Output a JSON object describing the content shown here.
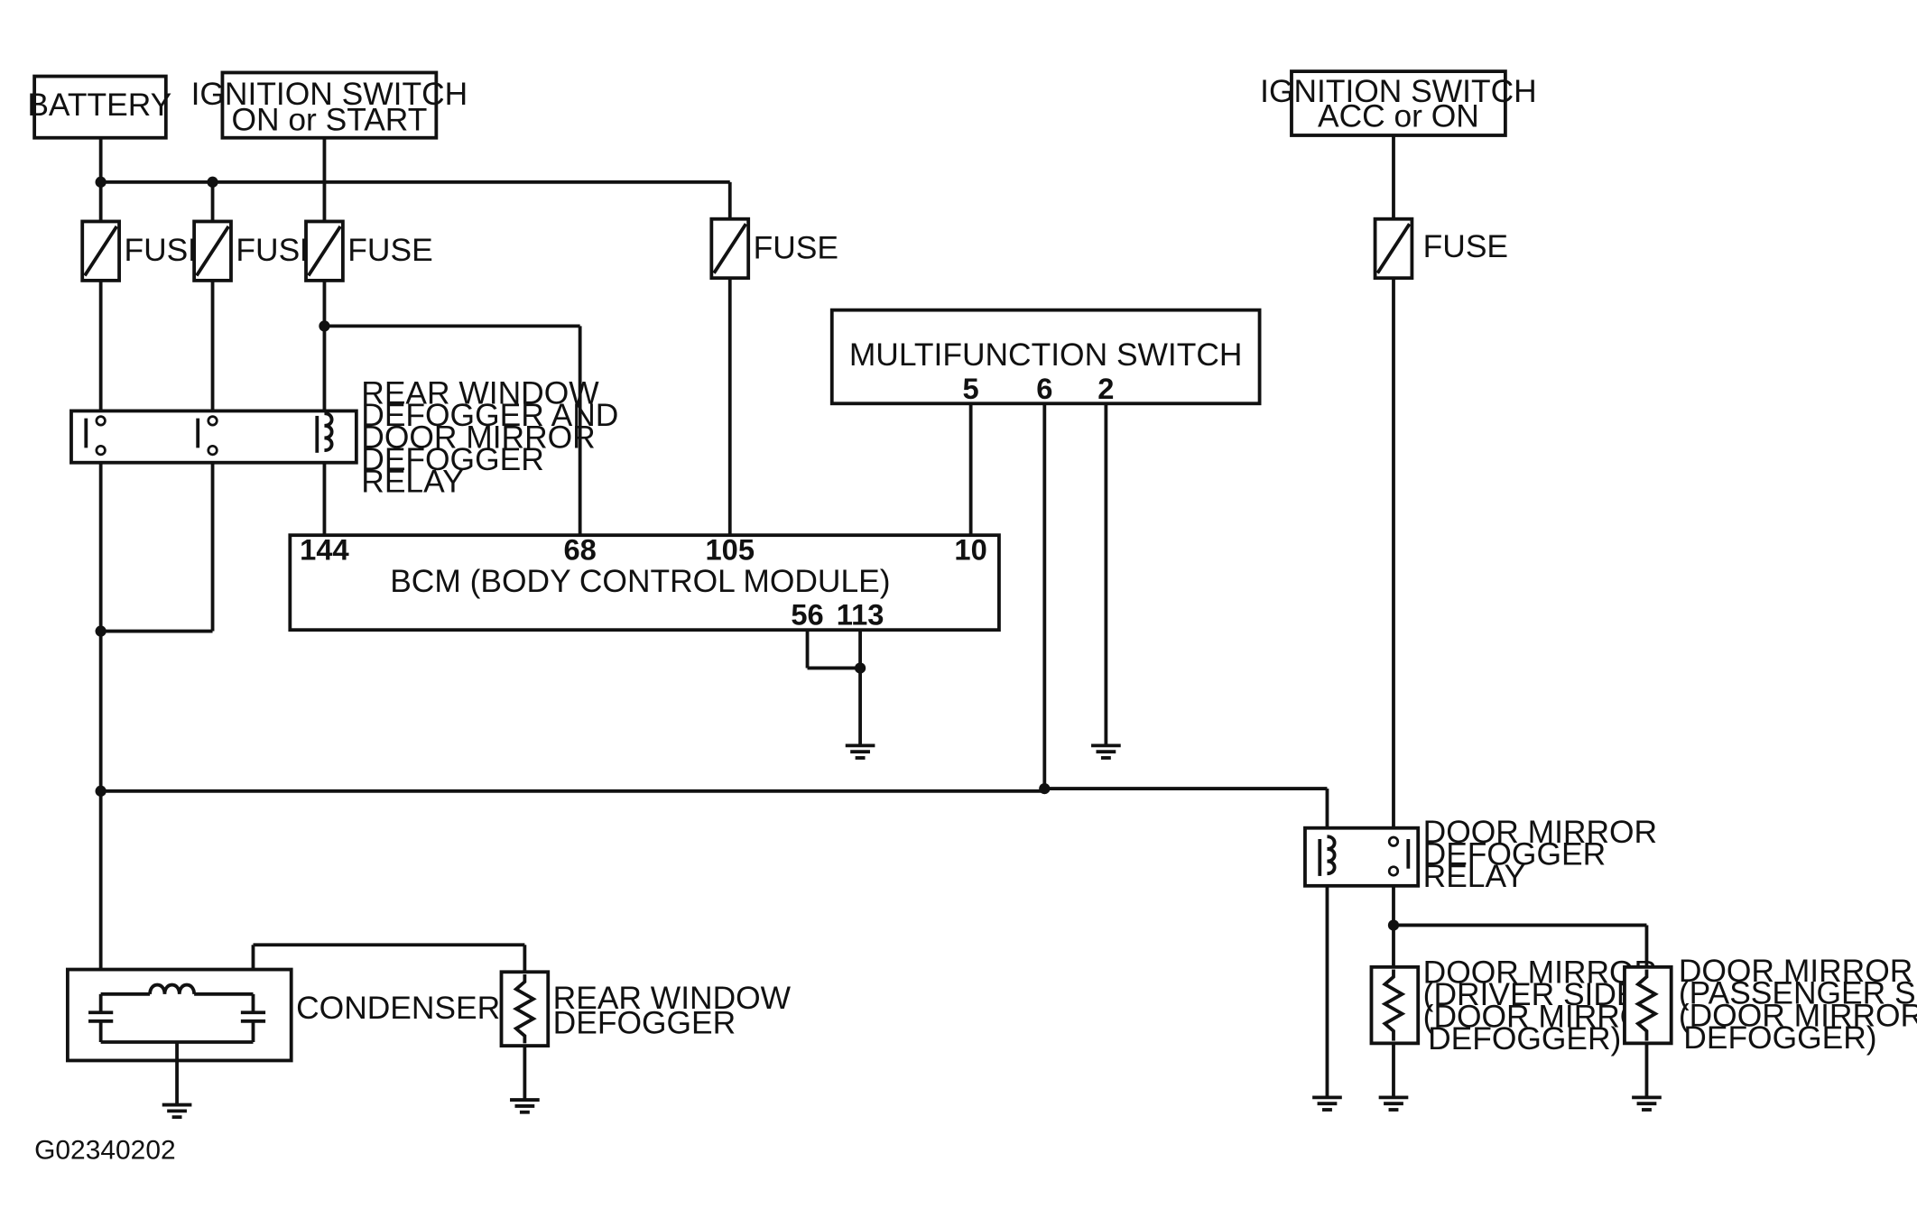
{
  "battery": "BATTERY",
  "ign_run": [
    "IGNITION SWITCH",
    "ON or START"
  ],
  "ign_acc": [
    "IGNITION SWITCH",
    "ACC or ON"
  ],
  "fuse": "FUSE",
  "relay_main": [
    "REAR WINDOW",
    "DEFOGGER AND",
    "DOOR MIRROR",
    "DEFOGGER",
    "RELAY"
  ],
  "mfs": {
    "title": "MULTIFUNCTION SWITCH",
    "pins": [
      "5",
      "6",
      "2"
    ]
  },
  "bcm": {
    "title": "BCM (BODY CONTROL MODULE)",
    "pins_top": [
      "144",
      "68",
      "105",
      "10"
    ],
    "pins_bottom": [
      "56",
      "113"
    ]
  },
  "condenser": "CONDENSER",
  "rear_defogger": [
    "REAR WINDOW",
    "DEFOGGER"
  ],
  "dm_relay": [
    "DOOR MIRROR",
    "DEFOGGER",
    "RELAY"
  ],
  "dm_driver": [
    "DOOR MIRROR",
    "(DRIVER SIDE)",
    "(DOOR MIRROR",
    "DEFOGGER)"
  ],
  "dm_passenger": [
    "DOOR MIRROR",
    "(PASSENGER SIDE)",
    "(DOOR MIRROR",
    "DEFOGGER)"
  ],
  "figure_code": "G02340202"
}
